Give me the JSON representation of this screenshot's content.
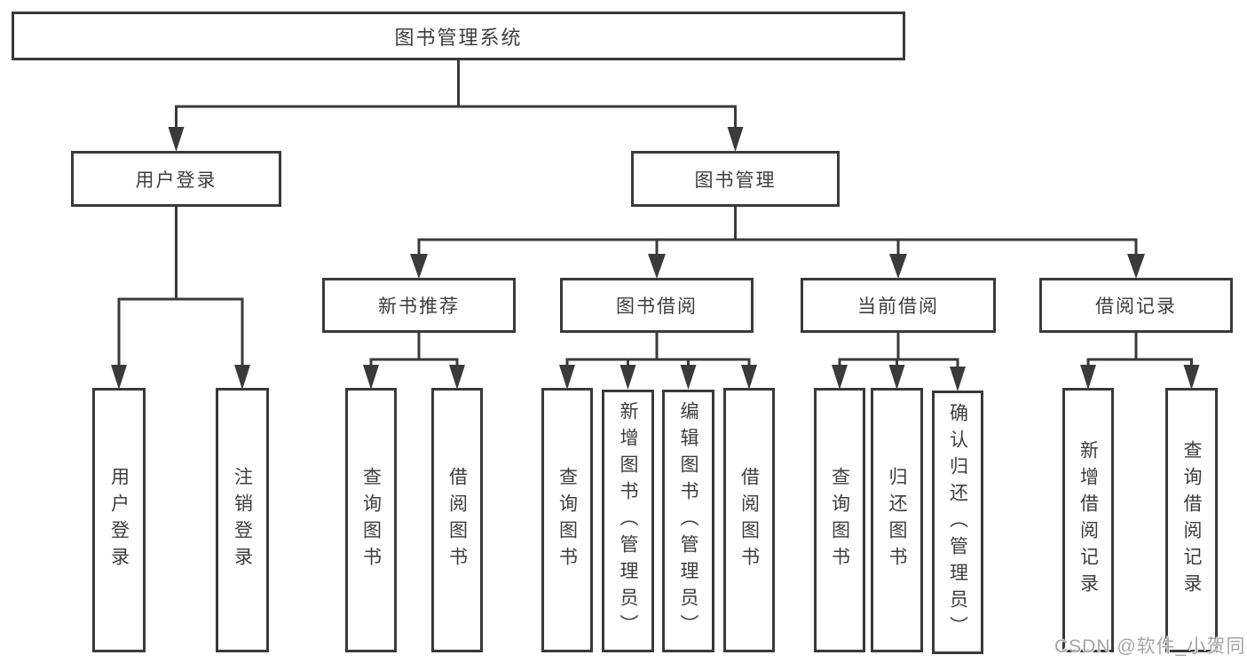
{
  "tree": {
    "root": "图书管理系统",
    "branches": [
      {
        "label": "用户登录",
        "children": [
          {
            "label": "用户登录"
          },
          {
            "label": "注销登录"
          }
        ]
      },
      {
        "label": "图书管理",
        "children": [
          {
            "label": "新书推荐",
            "children": [
              {
                "label": "查询图书"
              },
              {
                "label": "借阅图书"
              }
            ]
          },
          {
            "label": "图书借阅",
            "children": [
              {
                "label": "查询图书"
              },
              {
                "label": "新增图书（管理员）"
              },
              {
                "label": "编辑图书（管理员）"
              },
              {
                "label": "借阅图书"
              }
            ]
          },
          {
            "label": "当前借阅",
            "children": [
              {
                "label": "查询图书"
              },
              {
                "label": "归还图书"
              },
              {
                "label": "确认归还（管理员）"
              }
            ]
          },
          {
            "label": "借阅记录",
            "children": [
              {
                "label": "新增借阅记录"
              },
              {
                "label": "查询借阅记录"
              }
            ]
          }
        ]
      }
    ]
  },
  "watermark": {
    "text": "CSDN @软件_小贺同学"
  },
  "colors": {
    "line": "#3a3a3a",
    "box_border": "#3a3a3a",
    "box_background": "#ffffff",
    "text": "#3d3d3d",
    "watermark": "#a5a5a5",
    "page_background": "#ffffff"
  }
}
